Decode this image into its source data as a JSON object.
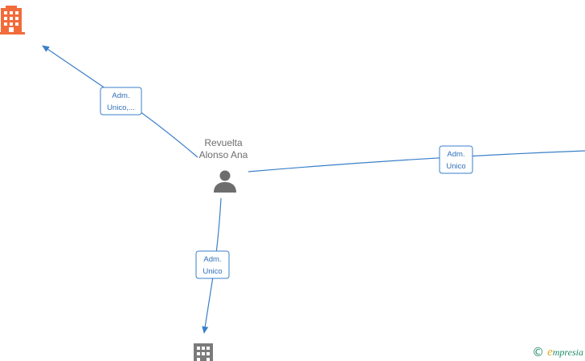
{
  "person": {
    "name_line1": "Revuelta",
    "name_line2": "Alonso Ana",
    "icon": "person-icon"
  },
  "companies": [
    {
      "id": "company-top-left",
      "icon": "building-icon",
      "color": "#f26b3a"
    },
    {
      "id": "company-bottom",
      "icon": "building-icon",
      "color": "#7a7a7a"
    }
  ],
  "edges": [
    {
      "id": "edge-top-left",
      "line1": "Adm.",
      "line2": "Unico,..."
    },
    {
      "id": "edge-right",
      "line1": "Adm.",
      "line2": "Unico"
    },
    {
      "id": "edge-bottom",
      "line1": "Adm.",
      "line2": "Unico"
    }
  ],
  "watermark": {
    "symbol": "©",
    "brand_initial": "e",
    "brand_rest": "mpresia"
  },
  "colors": {
    "edge": "#3a7fc8",
    "label_text": "#2f6fb8",
    "person": "#6d6d6d",
    "brand": "#1f8a6b"
  }
}
